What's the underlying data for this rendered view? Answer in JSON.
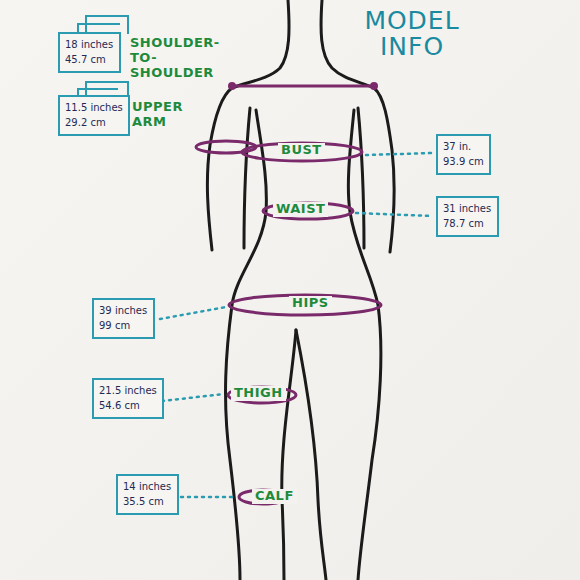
{
  "diagram": {
    "title": "MODEL INFO",
    "nodes": [
      {
        "text": [
          "18 inches",
          "45.7 cm"
        ]
      },
      {
        "text": [
          "11.5 inches",
          "29.2 cm"
        ]
      },
      {
        "text": [
          "37 in.",
          "93.9 cm"
        ]
      },
      {
        "text": [
          "31 inches",
          "78.7 cm"
        ]
      },
      {
        "text": [
          "39 inches",
          "99 cm"
        ]
      },
      {
        "text": [
          "21.5 inches",
          "54.6 cm"
        ]
      },
      {
        "text": [
          "14 inches",
          "35.5 cm"
        ]
      }
    ],
    "labels": [
      "SHOULDER- TO-SHOULDER",
      "UPPER ARM",
      "BUST",
      "WAIST",
      "HIPS",
      "THIGH",
      "CALF"
    ]
  }
}
